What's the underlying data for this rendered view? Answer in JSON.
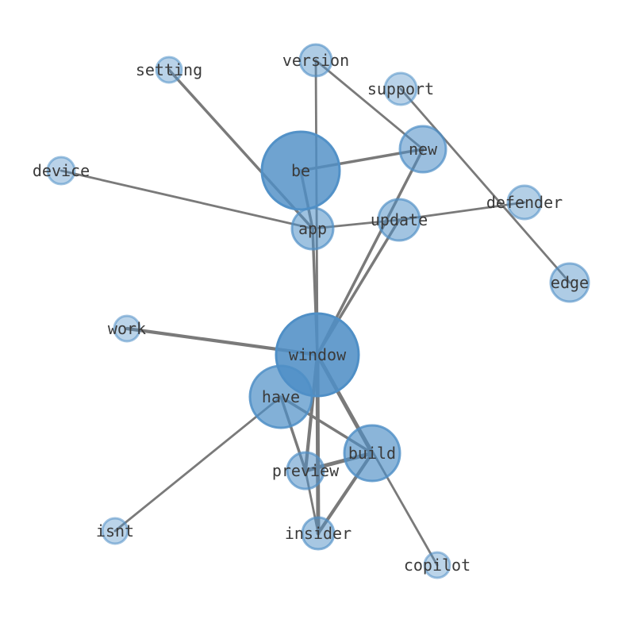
{
  "graph": {
    "node_color": "#4f8fc6",
    "edge_color": "#7a7a7a",
    "nodes": [
      {
        "id": "window",
        "label": "window",
        "weight": 1.0
      },
      {
        "id": "be",
        "label": "be",
        "weight": 0.9
      },
      {
        "id": "have",
        "label": "have",
        "weight": 0.7
      },
      {
        "id": "build",
        "label": "build",
        "weight": 0.62
      },
      {
        "id": "new",
        "label": "new",
        "weight": 0.45
      },
      {
        "id": "app",
        "label": "app",
        "weight": 0.42
      },
      {
        "id": "update",
        "label": "update",
        "weight": 0.38
      },
      {
        "id": "preview",
        "label": "preview",
        "weight": 0.4
      },
      {
        "id": "insider",
        "label": "insider",
        "weight": 0.33
      },
      {
        "id": "edge",
        "label": "edge",
        "weight": 0.25
      },
      {
        "id": "defender",
        "label": "defender",
        "weight": 0.2
      },
      {
        "id": "version",
        "label": "version",
        "weight": 0.25
      },
      {
        "id": "support",
        "label": "support",
        "weight": 0.15
      },
      {
        "id": "setting",
        "label": "setting",
        "weight": 0.15
      },
      {
        "id": "device",
        "label": "device",
        "weight": 0.15
      },
      {
        "id": "work",
        "label": "work",
        "weight": 0.12
      },
      {
        "id": "isnt",
        "label": "isnt",
        "weight": 0.12
      },
      {
        "id": "copilot",
        "label": "copilot",
        "weight": 0.12
      }
    ],
    "edges": [
      {
        "source": "window",
        "target": "build",
        "weight": 5
      },
      {
        "source": "window",
        "target": "insider",
        "weight": 5
      },
      {
        "source": "window",
        "target": "preview",
        "weight": 4
      },
      {
        "source": "window",
        "target": "work",
        "weight": 4
      },
      {
        "source": "window",
        "target": "update",
        "weight": 3
      },
      {
        "source": "window",
        "target": "new",
        "weight": 3
      },
      {
        "source": "window",
        "target": "app",
        "weight": 3
      },
      {
        "source": "window",
        "target": "version",
        "weight": 2
      },
      {
        "source": "window",
        "target": "copilot",
        "weight": 2
      },
      {
        "source": "build",
        "target": "preview",
        "weight": 5
      },
      {
        "source": "build",
        "target": "insider",
        "weight": 4
      },
      {
        "source": "have",
        "target": "build",
        "weight": 3
      },
      {
        "source": "have",
        "target": "preview",
        "weight": 3
      },
      {
        "source": "have",
        "target": "isnt",
        "weight": 2
      },
      {
        "source": "be",
        "target": "new",
        "weight": 3
      },
      {
        "source": "be",
        "target": "app",
        "weight": 3
      },
      {
        "source": "app",
        "target": "setting",
        "weight": 3
      },
      {
        "source": "app",
        "target": "device",
        "weight": 2
      },
      {
        "source": "app",
        "target": "update",
        "weight": 2
      },
      {
        "source": "update",
        "target": "defender",
        "weight": 2
      },
      {
        "source": "version",
        "target": "new",
        "weight": 2
      },
      {
        "source": "support",
        "target": "edge",
        "weight": 2
      },
      {
        "source": "preview",
        "target": "insider",
        "weight": 2
      }
    ]
  }
}
